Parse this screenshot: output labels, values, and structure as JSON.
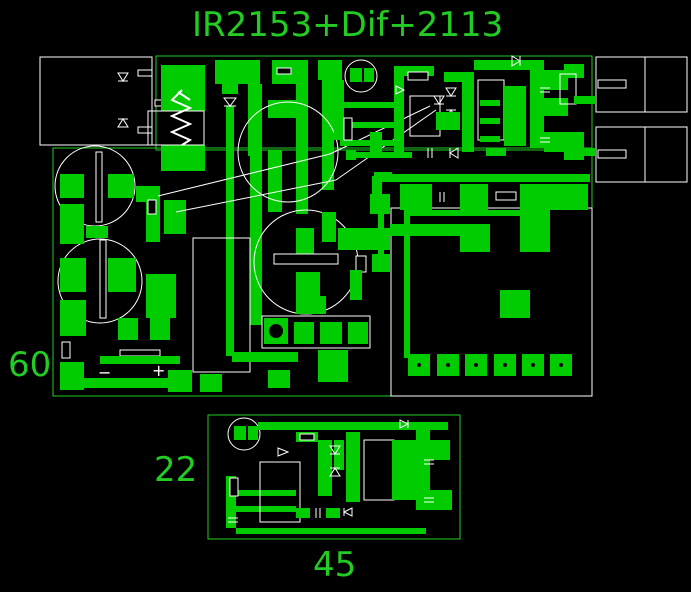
{
  "title": "IR2153+Dif+2113",
  "main_board": {
    "height_label": "60"
  },
  "small_board": {
    "height_label": "22",
    "width_label": "45"
  },
  "colors": {
    "copper": "#00cc00",
    "outline": "#22cc22",
    "silk": "#ffffff",
    "background": "#000000"
  },
  "polarity": {
    "minus": "−",
    "plus": "+"
  }
}
